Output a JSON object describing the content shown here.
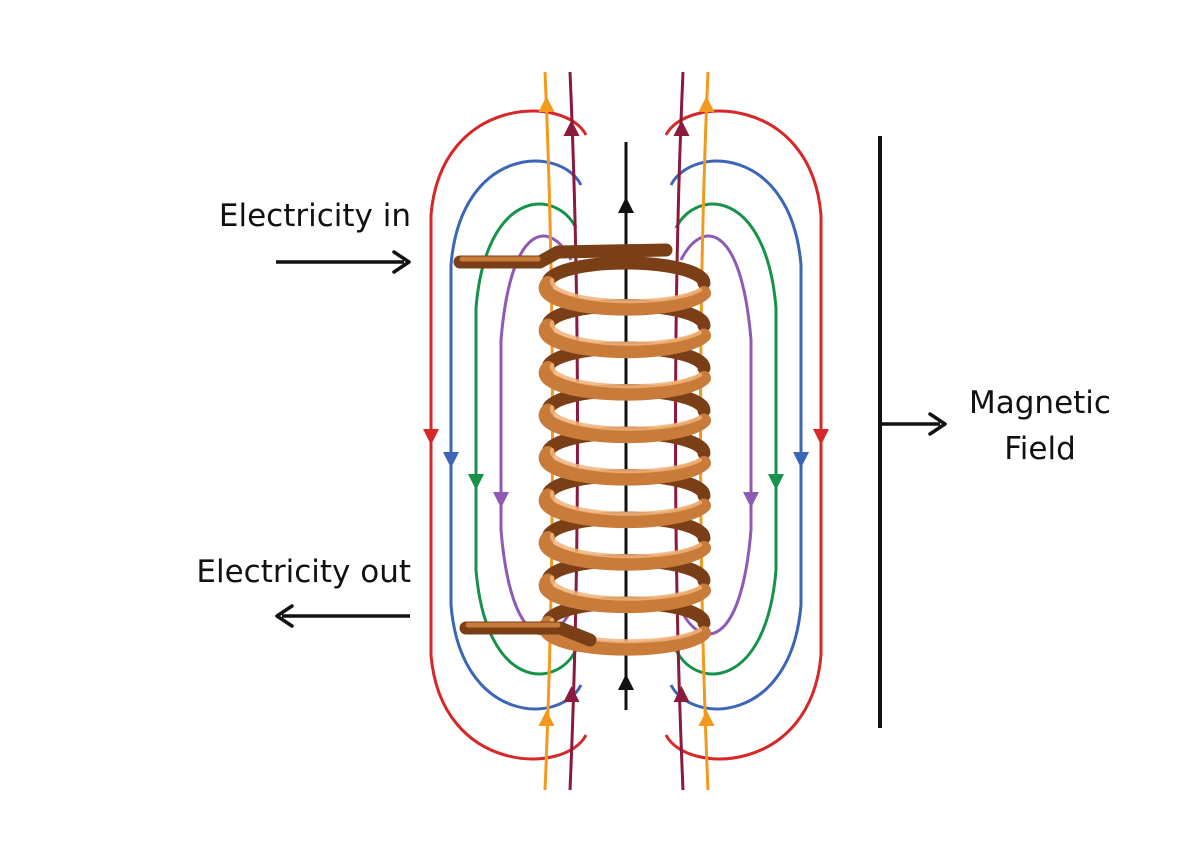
{
  "labels": {
    "electricity_in": "Electricity in",
    "electricity_out": "Electricity out",
    "magnetic_field_line1": "Magnetic",
    "magnetic_field_line2": "Field"
  },
  "colors": {
    "background": "#ffffff",
    "text": "#111111",
    "outer_loop": "#d62828",
    "second_loop": "#3b66b6",
    "third_loop": "#16924a",
    "inner_loop": "#8e5ab5",
    "central_strand_a": "#f39a1e",
    "central_strand_b": "#8b1a3c",
    "axis_line": "#111111",
    "coil_copper": "#c97b3a",
    "coil_highlight": "#f1b37a",
    "coil_shadow": "#7a3f16"
  },
  "icons": {
    "electricity_in_arrow": "right-arrow-icon",
    "electricity_out_arrow": "left-arrow-icon",
    "magnetic_field_bracket": "bracket-arrow-icon"
  }
}
